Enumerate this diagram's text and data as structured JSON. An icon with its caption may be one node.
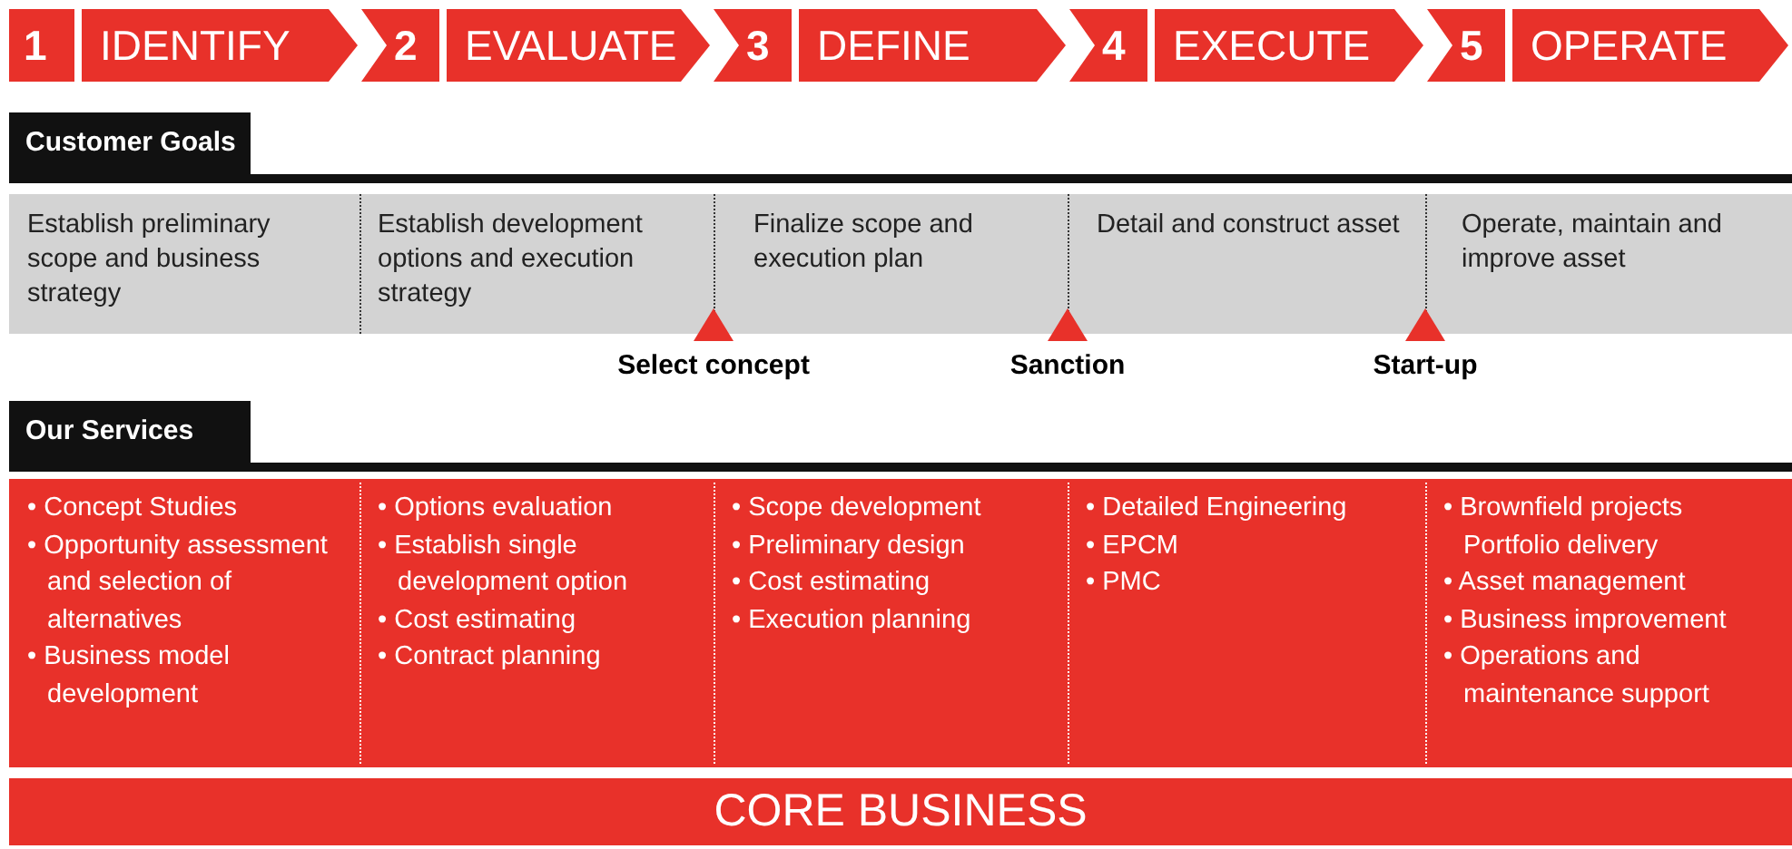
{
  "diagram": {
    "nodes": [
      {
        "text": [
          "1",
          "IDENTIFY"
        ]
      },
      {
        "text": [
          "2",
          "EVALUATE"
        ]
      },
      {
        "text": [
          "3",
          "DEFINE"
        ]
      },
      {
        "text": [
          "4",
          "EXECUTE"
        ]
      },
      {
        "text": [
          "5",
          "OPERATE"
        ]
      },
      {
        "text": [
          "Customer Goals"
        ]
      },
      {
        "text": [
          "Establish preliminary scope and business strategy"
        ]
      },
      {
        "text": [
          "Establish development options and execution strategy"
        ]
      },
      {
        "text": [
          "Finalize scope and execution plan"
        ]
      },
      {
        "text": [
          "Detail and construct asset"
        ]
      },
      {
        "text": [
          "Operate, maintain and improve asset"
        ]
      },
      {
        "text": [
          "Select concept"
        ]
      },
      {
        "text": [
          "Sanction"
        ]
      },
      {
        "text": [
          "Start-up"
        ]
      },
      {
        "text": [
          "Our Services"
        ]
      },
      {
        "text": [
          "• Concept Studies",
          "• Opportunity assessment and selection of alternatives",
          "• Business model development"
        ]
      },
      {
        "text": [
          "• Options evaluation",
          "• Establish single development option",
          "• Cost estimating",
          "• Contract planning"
        ]
      },
      {
        "text": [
          "• Scope development",
          "• Preliminary design",
          "• Cost estimating",
          "• Execution planning"
        ]
      },
      {
        "text": [
          "• Detailed Engineering",
          "• EPCM",
          "• PMC"
        ]
      },
      {
        "text": [
          "• Brownfield projects Portfolio delivery",
          "• Asset management",
          "• Business improvement",
          "• Operations and maintenance support"
        ]
      },
      {
        "text": [
          "CORE BUSINESS"
        ]
      }
    ]
  }
}
